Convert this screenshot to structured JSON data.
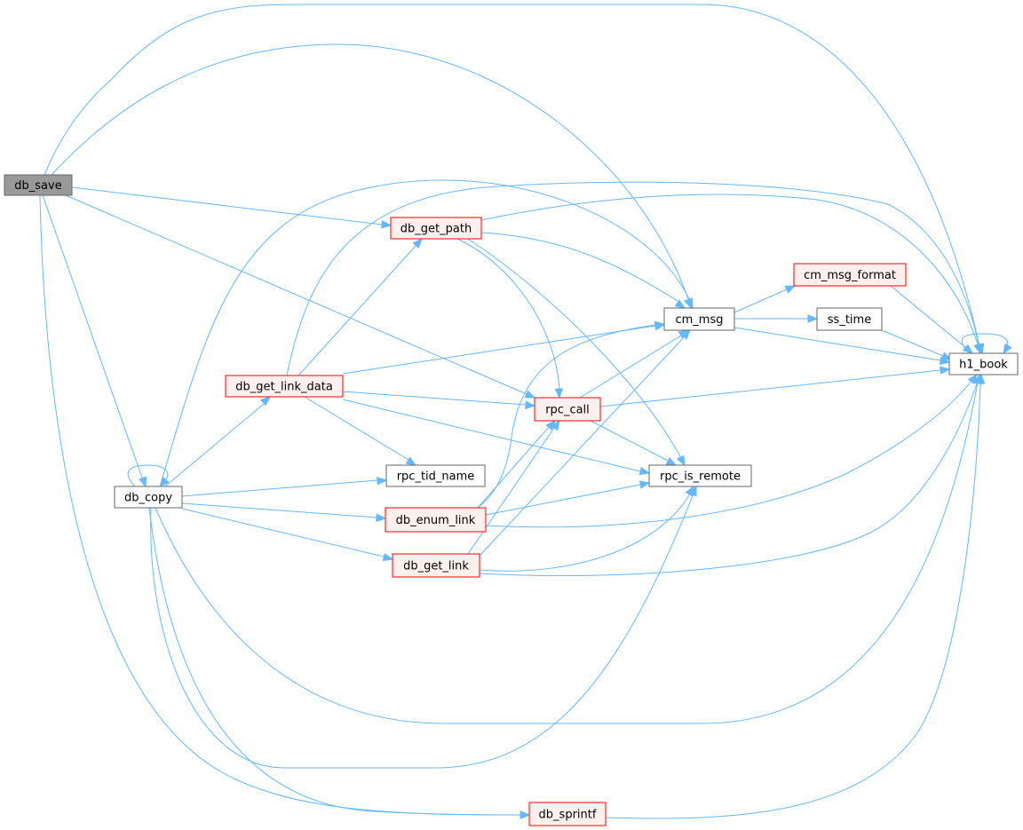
{
  "colors": {
    "edge": "#63b8ff",
    "root_fill": "#999999",
    "node_fill": "#ffffff",
    "node_border": "#666666",
    "truncated_fill": "#fff0f0",
    "truncated_border": "#ff0000"
  },
  "nodes": [
    {
      "id": "db_save",
      "label": "db_save",
      "style": "root"
    },
    {
      "id": "db_copy",
      "label": "db_copy",
      "style": "normal"
    },
    {
      "id": "db_get_link_data",
      "label": "db_get_link_data",
      "style": "truncated"
    },
    {
      "id": "db_get_path",
      "label": "db_get_path",
      "style": "truncated"
    },
    {
      "id": "rpc_tid_name",
      "label": "rpc_tid_name",
      "style": "normal"
    },
    {
      "id": "db_enum_link",
      "label": "db_enum_link",
      "style": "truncated"
    },
    {
      "id": "db_get_link",
      "label": "db_get_link",
      "style": "truncated"
    },
    {
      "id": "db_sprintf",
      "label": "db_sprintf",
      "style": "truncated"
    },
    {
      "id": "rpc_call",
      "label": "rpc_call",
      "style": "truncated"
    },
    {
      "id": "cm_msg",
      "label": "cm_msg",
      "style": "normal"
    },
    {
      "id": "rpc_is_remote",
      "label": "rpc_is_remote",
      "style": "normal"
    },
    {
      "id": "cm_msg_format",
      "label": "cm_msg_format",
      "style": "truncated"
    },
    {
      "id": "ss_time",
      "label": "ss_time",
      "style": "normal"
    },
    {
      "id": "h1_book",
      "label": "h1_book",
      "style": "normal"
    }
  ],
  "edges": [
    {
      "from": "db_save",
      "to": "h1_book"
    },
    {
      "from": "db_save",
      "to": "cm_msg"
    },
    {
      "from": "db_save",
      "to": "db_get_path"
    },
    {
      "from": "db_save",
      "to": "rpc_call"
    },
    {
      "from": "db_save",
      "to": "db_copy"
    },
    {
      "from": "db_save",
      "to": "db_sprintf"
    },
    {
      "from": "db_copy",
      "to": "db_copy"
    },
    {
      "from": "db_copy",
      "to": "cm_msg"
    },
    {
      "from": "db_copy",
      "to": "db_get_link_data"
    },
    {
      "from": "db_copy",
      "to": "rpc_tid_name"
    },
    {
      "from": "db_copy",
      "to": "db_enum_link"
    },
    {
      "from": "db_copy",
      "to": "db_get_link"
    },
    {
      "from": "db_copy",
      "to": "h1_book"
    },
    {
      "from": "db_copy",
      "to": "rpc_is_remote"
    },
    {
      "from": "db_copy",
      "to": "db_sprintf"
    },
    {
      "from": "db_get_link_data",
      "to": "db_get_path"
    },
    {
      "from": "db_get_link_data",
      "to": "h1_book"
    },
    {
      "from": "db_get_link_data",
      "to": "cm_msg"
    },
    {
      "from": "db_get_link_data",
      "to": "rpc_call"
    },
    {
      "from": "db_get_link_data",
      "to": "rpc_tid_name"
    },
    {
      "from": "db_get_link_data",
      "to": "rpc_is_remote"
    },
    {
      "from": "db_get_path",
      "to": "h1_book"
    },
    {
      "from": "db_get_path",
      "to": "cm_msg"
    },
    {
      "from": "db_get_path",
      "to": "rpc_call"
    },
    {
      "from": "db_get_path",
      "to": "rpc_is_remote"
    },
    {
      "from": "db_enum_link",
      "to": "cm_msg"
    },
    {
      "from": "db_enum_link",
      "to": "rpc_call"
    },
    {
      "from": "db_enum_link",
      "to": "rpc_is_remote"
    },
    {
      "from": "db_enum_link",
      "to": "h1_book"
    },
    {
      "from": "db_get_link",
      "to": "rpc_call"
    },
    {
      "from": "db_get_link",
      "to": "cm_msg"
    },
    {
      "from": "db_get_link",
      "to": "rpc_is_remote"
    },
    {
      "from": "db_get_link",
      "to": "h1_book"
    },
    {
      "from": "rpc_call",
      "to": "cm_msg"
    },
    {
      "from": "rpc_call",
      "to": "rpc_is_remote"
    },
    {
      "from": "rpc_call",
      "to": "h1_book"
    },
    {
      "from": "cm_msg",
      "to": "cm_msg_format"
    },
    {
      "from": "cm_msg",
      "to": "ss_time"
    },
    {
      "from": "cm_msg",
      "to": "h1_book"
    },
    {
      "from": "cm_msg_format",
      "to": "h1_book"
    },
    {
      "from": "ss_time",
      "to": "h1_book"
    },
    {
      "from": "h1_book",
      "to": "h1_book"
    },
    {
      "from": "db_sprintf",
      "to": "h1_book"
    }
  ]
}
